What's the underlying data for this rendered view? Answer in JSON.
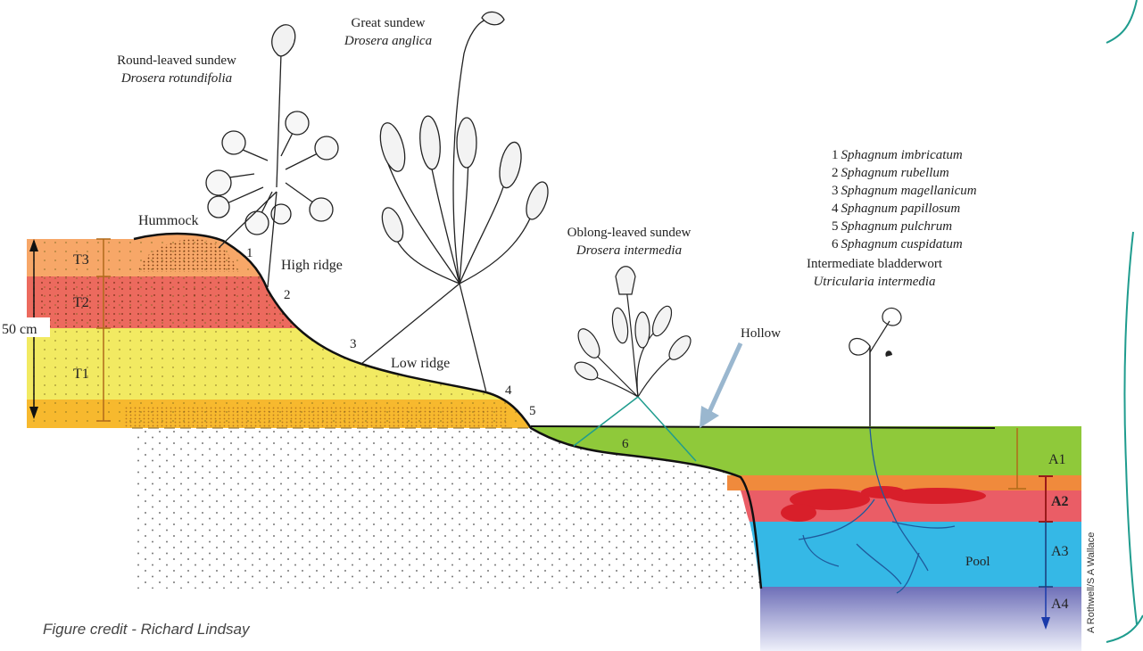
{
  "plants": {
    "round_leaved": {
      "common": "Round-leaved sundew",
      "latin": "Drosera rotundifolia"
    },
    "great": {
      "common": "Great sundew",
      "latin": "Drosera anglica"
    },
    "oblong": {
      "common": "Oblong-leaved sundew",
      "latin": "Drosera intermedia"
    },
    "bladderwort": {
      "common": "Intermediate bladderwort",
      "latin": "Utricularia intermedia"
    }
  },
  "sphagnum": [
    {
      "num": "1",
      "name": "Sphagnum imbricatum"
    },
    {
      "num": "2",
      "name": "Sphagnum rubellum"
    },
    {
      "num": "3",
      "name": "Sphagnum magellanicum"
    },
    {
      "num": "4",
      "name": "Sphagnum papillosum"
    },
    {
      "num": "5",
      "name": "Sphagnum pulchrum"
    },
    {
      "num": "6",
      "name": "Sphagnum cuspidatum"
    }
  ],
  "features": {
    "hummock": "Hummock",
    "high_ridge": "High ridge",
    "low_ridge": "Low ridge",
    "hollow": "Hollow",
    "pool": "Pool"
  },
  "point_numbers": [
    "1",
    "2",
    "3",
    "4",
    "5",
    "6"
  ],
  "layers_left": [
    "T3",
    "T2",
    "T1"
  ],
  "layers_right": [
    "A1",
    "A2",
    "A3",
    "A4"
  ],
  "scale": "50 cm",
  "credit": "Figure credit - Richard Lindsay",
  "artist_credit": "A Rothwell/S A Wallace",
  "colors": {
    "t3": "#f7a768",
    "t2": "#ec6a5e",
    "t1": "#f2ea62",
    "t_base": "#f7b92e",
    "a1": "#8fc93a",
    "a_orange": "#f08a3c",
    "a2": "#ea5d66",
    "a3": "#35b8e6",
    "a4": "#7d7fc3",
    "accent_teal": "#1f9c8e",
    "moss_red": "#d81f2a",
    "arrow_blue": "#9ab7cf"
  }
}
